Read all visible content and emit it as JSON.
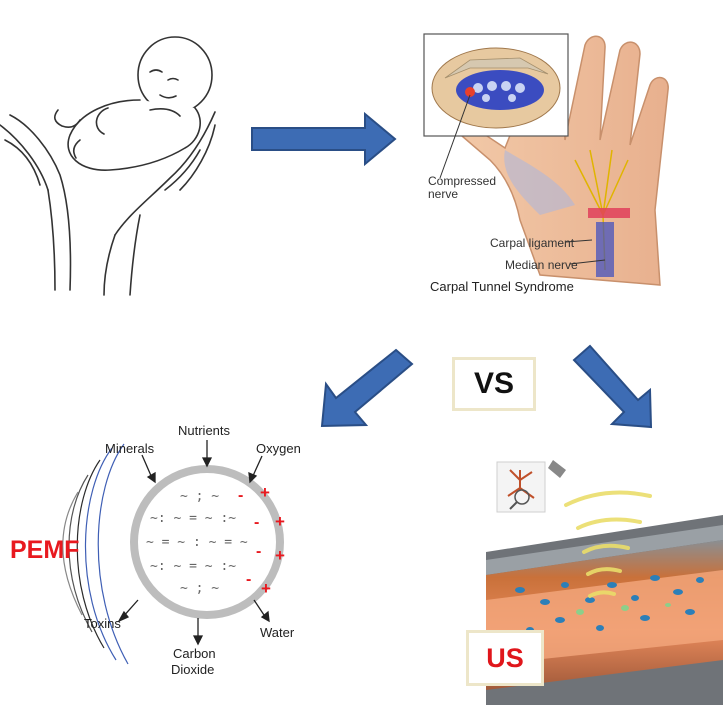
{
  "wrist_panel": {
    "compressed_label": "Compressed\nnerve",
    "ligament_label": "Carpal ligament",
    "median_label": "Median nerve",
    "title": "Carpal Tunnel Syndrome"
  },
  "vs_label": "VS",
  "pemf_panel": {
    "pemf_label": "PEMF",
    "nutrients": "Nutrients",
    "minerals": "Minerals",
    "oxygen": "Oxygen",
    "toxins": "Toxins",
    "carbon": "Carbon",
    "dioxide": "Dioxide",
    "water": "Water"
  },
  "us_label": "US",
  "colors": {
    "arrow": "#3d6cb4",
    "arrow_stroke": "#2a4e86",
    "red": "#e8191f",
    "box_border": "#ede6c9"
  }
}
